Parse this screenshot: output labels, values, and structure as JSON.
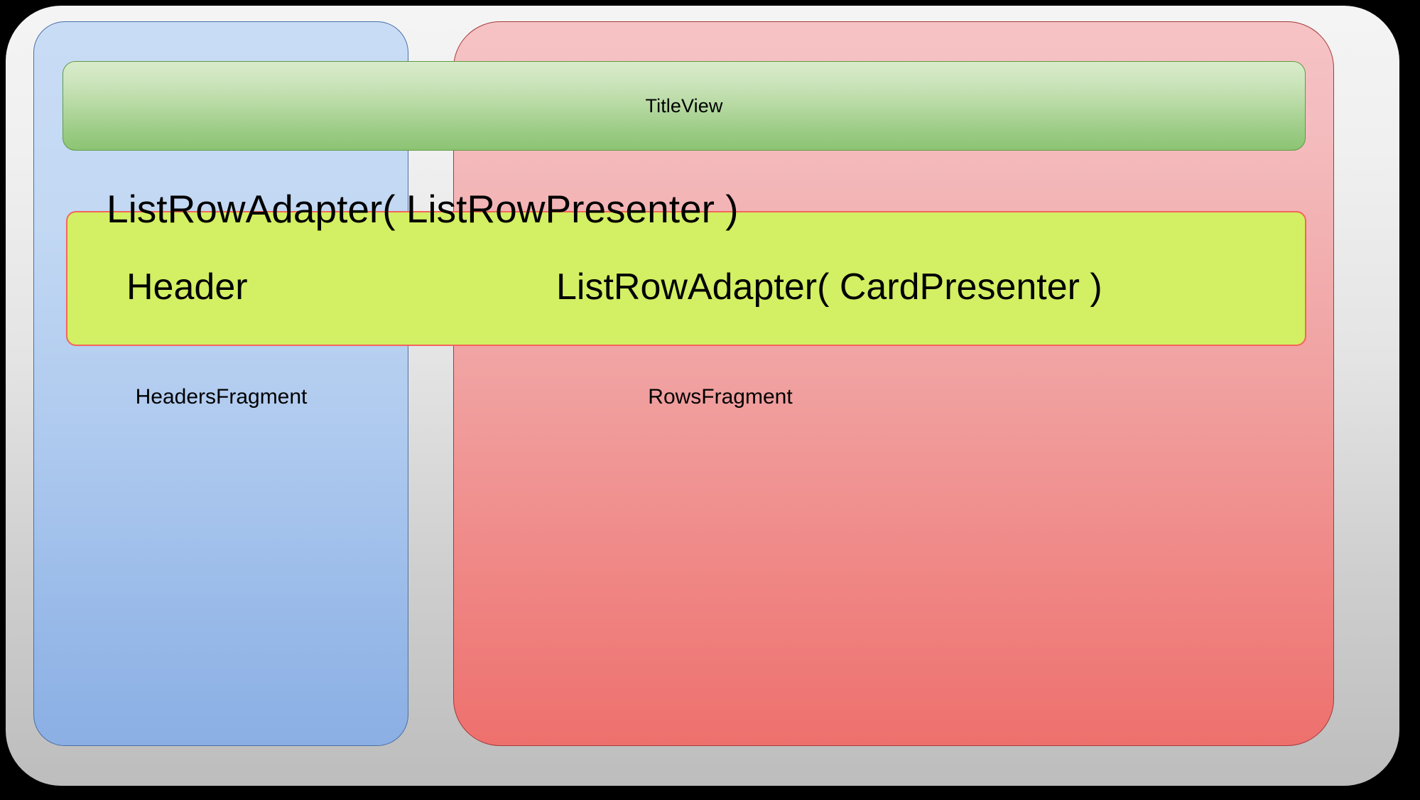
{
  "diagram": {
    "title": "Android Leanback BrowseFragment structure",
    "background_color": "#000000",
    "shell": {
      "name": "browse-fragment-shell",
      "fill_top": "#f4f4f4",
      "fill_bottom": "#bdbdbd"
    },
    "panels": [
      {
        "id": "headers-fragment",
        "label": "HeadersFragment",
        "fill_top": "#c9dcf5",
        "fill_bottom": "#8bafe4",
        "border_color": "#4a6fa5"
      },
      {
        "id": "rows-fragment",
        "label": "RowsFragment",
        "fill_top": "#f6c3c5",
        "fill_bottom": "#ee706d",
        "border_color": "#a33a3a"
      }
    ],
    "title_view": {
      "id": "title-view",
      "label": "TitleView",
      "fill_top": "#d8ebcb",
      "fill_bottom": "#8cc473",
      "border_color": "#5e9b42"
    },
    "row_box": {
      "id": "list-row",
      "fill": "#d3ef63",
      "border_color": "#f4655b"
    },
    "labels": {
      "list_row_adapter_presenter": "ListRowAdapter( ListRowPresenter )",
      "header": "Header",
      "list_row_adapter_card": "ListRowAdapter( CardPresenter )",
      "headers_fragment": "HeadersFragment",
      "rows_fragment": "RowsFragment",
      "title_view": "TitleView"
    }
  }
}
